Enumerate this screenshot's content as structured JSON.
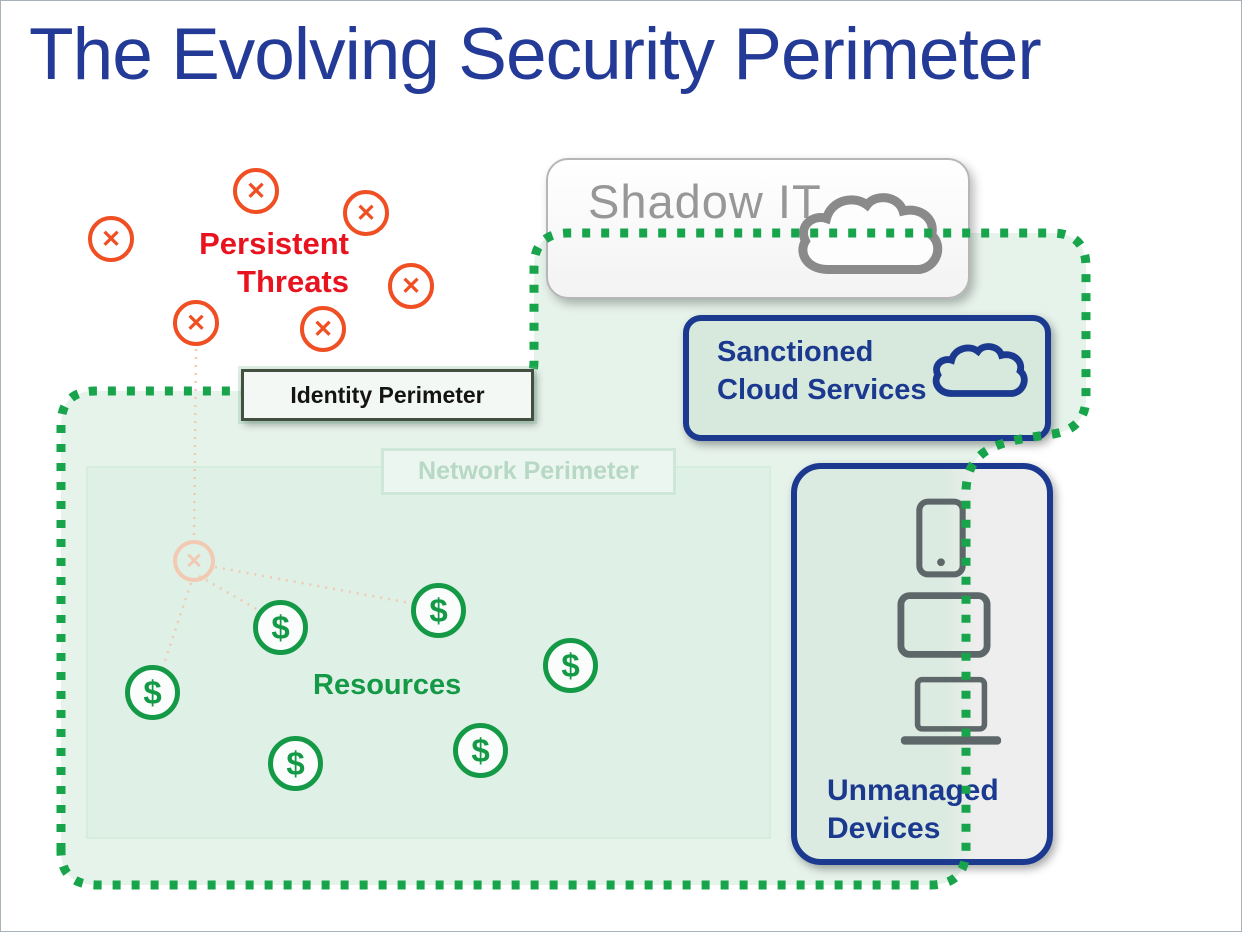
{
  "title": "The Evolving Security Perimeter",
  "colors": {
    "title_blue": "#233a97",
    "threat_orange": "#f04e23",
    "threat_text_red": "#e8131f",
    "perimeter_green": "#17a44b",
    "perimeter_fill": "rgba(205,232,216,0.5)",
    "network_green_border": "#cfe7d8",
    "network_green_text": "#b7d8c4",
    "resource_green": "#149a46",
    "dark_blue": "#1b3a8f",
    "shadow_gray": "#979797",
    "device_gray": "#5d6769",
    "faded_orange": "#f2c9b2",
    "identity_border": "#44503f"
  },
  "threats": {
    "label_line1": "Persistent",
    "label_line2": "Threats",
    "x_glyph": "✕",
    "count": 6
  },
  "shadow_it": {
    "label": "Shadow IT"
  },
  "identity": {
    "label": "Identity Perimeter"
  },
  "network": {
    "label": "Network Perimeter"
  },
  "resources": {
    "label": "Resources",
    "dollar_glyph": "$",
    "count": 6
  },
  "sanctioned": {
    "label_line1": "Sanctioned",
    "label_line2": "Cloud Services"
  },
  "unmanaged": {
    "label_line1": "Unmanaged",
    "label_line2": "Devices"
  }
}
